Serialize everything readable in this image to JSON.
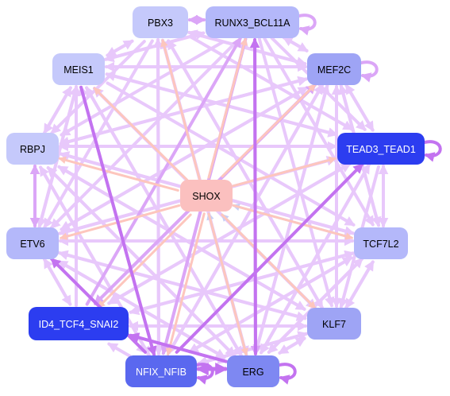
{
  "colors": {
    "edge_light": "#e8c8fb",
    "edge_mid": "#dba6f7",
    "edge_strong": "#c373f0",
    "edge_peach": "#fdc6bd",
    "edge_blue": "#c7cef5",
    "node_pale": "#c5c9fb",
    "node_light": "#b4b8fa",
    "node_mid": "#9ea4f5",
    "node_deep": "#5a68ef",
    "node_dark": "#2c3df0",
    "node_center": "#fbc0bf"
  },
  "nodes": [
    {
      "id": "PBX3",
      "label": "PBX3",
      "fill": "#c5c9fb",
      "text": "#000000"
    },
    {
      "id": "RUNX3_BCL11A",
      "label": "RUNX3_BCL11A",
      "fill": "#b4b8fa",
      "text": "#000000"
    },
    {
      "id": "MEIS1",
      "label": "MEIS1",
      "fill": "#c5c9fb",
      "text": "#000000"
    },
    {
      "id": "MEF2C",
      "label": "MEF2C",
      "fill": "#9ea4f5",
      "text": "#000000"
    },
    {
      "id": "RBPJ",
      "label": "RBPJ",
      "fill": "#c5c9fb",
      "text": "#000000"
    },
    {
      "id": "TEAD3_TEAD1",
      "label": "TEAD3_TEAD1",
      "fill": "#2c3df0",
      "text": "#ffffff"
    },
    {
      "id": "SHOX",
      "label": "SHOX",
      "fill": "#fbc0bf",
      "text": "#000000"
    },
    {
      "id": "ETV6",
      "label": "ETV6",
      "fill": "#b4b8fa",
      "text": "#000000"
    },
    {
      "id": "TCF7L2",
      "label": "TCF7L2",
      "fill": "#b4b8fa",
      "text": "#000000"
    },
    {
      "id": "ID4_TCF4_SNAI2",
      "label": "ID4_TCF4_SNAI2",
      "fill": "#2c3df0",
      "text": "#ffffff"
    },
    {
      "id": "KLF7",
      "label": "KLF7",
      "fill": "#9ea4f5",
      "text": "#000000"
    },
    {
      "id": "NFIX_NFIB",
      "label": "NFIX_NFIB",
      "fill": "#5a68ef",
      "text": "#ffffff"
    },
    {
      "id": "ERG",
      "label": "ERG",
      "fill": "#7e88f2",
      "text": "#000000"
    }
  ],
  "edges": [
    {
      "from": "SHOX",
      "to": "PBX3",
      "weight": 3,
      "color": "#fdc6bd"
    },
    {
      "from": "SHOX",
      "to": "RUNX3_BCL11A",
      "weight": 3,
      "color": "#fdc6bd"
    },
    {
      "from": "SHOX",
      "to": "MEIS1",
      "weight": 3,
      "color": "#fdc6bd"
    },
    {
      "from": "SHOX",
      "to": "MEF2C",
      "weight": 3,
      "color": "#fdc6bd"
    },
    {
      "from": "SHOX",
      "to": "RBPJ",
      "weight": 3,
      "color": "#fdc6bd"
    },
    {
      "from": "SHOX",
      "to": "TEAD3_TEAD1",
      "weight": 3,
      "color": "#fdc6bd"
    },
    {
      "from": "SHOX",
      "to": "ETV6",
      "weight": 3,
      "color": "#fdc6bd"
    },
    {
      "from": "SHOX",
      "to": "TCF7L2",
      "weight": 3,
      "color": "#fdc6bd"
    },
    {
      "from": "SHOX",
      "to": "ID4_TCF4_SNAI2",
      "weight": 3,
      "color": "#fdc6bd"
    },
    {
      "from": "SHOX",
      "to": "KLF7",
      "weight": 3,
      "color": "#fdc6bd"
    },
    {
      "from": "SHOX",
      "to": "NFIX_NFIB",
      "weight": 3,
      "color": "#fdc6bd"
    },
    {
      "from": "SHOX",
      "to": "ERG",
      "weight": 3,
      "color": "#fdc6bd"
    },
    {
      "from": "TCF7L2",
      "to": "SHOX",
      "weight": 3,
      "color": "#c7cef5"
    },
    {
      "from": "ERG",
      "to": "SHOX",
      "weight": 3,
      "color": "#c7cef5"
    },
    {
      "from": "KLF7",
      "to": "SHOX",
      "weight": 3,
      "color": "#c7cef5"
    },
    {
      "from": "PBX3",
      "to": "RUNX3_BCL11A",
      "weight": 4,
      "color": "#dba6f7"
    },
    {
      "from": "RUNX3_BCL11A",
      "to": "PBX3",
      "weight": 4,
      "color": "#dba6f7"
    },
    {
      "from": "PBX3",
      "to": "MEIS1",
      "weight": 4,
      "color": "#e8c8fb"
    },
    {
      "from": "MEIS1",
      "to": "PBX3",
      "weight": 4,
      "color": "#e8c8fb"
    },
    {
      "from": "RUNX3_BCL11A",
      "to": "MEF2C",
      "weight": 4,
      "color": "#e8c8fb"
    },
    {
      "from": "MEF2C",
      "to": "RUNX3_BCL11A",
      "weight": 4,
      "color": "#e8c8fb"
    },
    {
      "from": "MEIS1",
      "to": "RBPJ",
      "weight": 4,
      "color": "#e8c8fb"
    },
    {
      "from": "RBPJ",
      "to": "MEIS1",
      "weight": 4,
      "color": "#e8c8fb"
    },
    {
      "from": "MEF2C",
      "to": "TEAD3_TEAD1",
      "weight": 4,
      "color": "#e8c8fb"
    },
    {
      "from": "TEAD3_TEAD1",
      "to": "MEF2C",
      "weight": 4,
      "color": "#e8c8fb"
    },
    {
      "from": "RBPJ",
      "to": "ETV6",
      "weight": 4,
      "color": "#dba6f7"
    },
    {
      "from": "ETV6",
      "to": "RBPJ",
      "weight": 4,
      "color": "#dba6f7"
    },
    {
      "from": "TEAD3_TEAD1",
      "to": "TCF7L2",
      "weight": 4,
      "color": "#e8c8fb"
    },
    {
      "from": "TCF7L2",
      "to": "TEAD3_TEAD1",
      "weight": 4,
      "color": "#e8c8fb"
    },
    {
      "from": "ETV6",
      "to": "ID4_TCF4_SNAI2",
      "weight": 4,
      "color": "#e8c8fb"
    },
    {
      "from": "TCF7L2",
      "to": "KLF7",
      "weight": 4,
      "color": "#e8c8fb"
    },
    {
      "from": "KLF7",
      "to": "TCF7L2",
      "weight": 4,
      "color": "#e8c8fb"
    },
    {
      "from": "NFIX_NFIB",
      "to": "ERG",
      "weight": 5,
      "color": "#c373f0"
    },
    {
      "from": "ERG",
      "to": "NFIX_NFIB",
      "weight": 5,
      "color": "#c373f0"
    },
    {
      "from": "ERG",
      "to": "ID4_TCF4_SNAI2",
      "weight": 4,
      "color": "#c373f0"
    },
    {
      "from": "NFIX_NFIB",
      "to": "ETV6",
      "weight": 4,
      "color": "#c373f0"
    },
    {
      "from": "NFIX_NFIB",
      "to": "TEAD3_TEAD1",
      "weight": 4,
      "color": "#c373f0"
    },
    {
      "from": "ERG",
      "to": "RUNX3_BCL11A",
      "weight": 4,
      "color": "#c373f0"
    },
    {
      "from": "ID4_TCF4_SNAI2",
      "to": "MEF2C",
      "weight": 4,
      "color": "#dba6f7"
    },
    {
      "from": "ID4_TCF4_SNAI2",
      "to": "RUNX3_BCL11A",
      "weight": 4,
      "color": "#dba6f7"
    },
    {
      "from": "ID4_TCF4_SNAI2",
      "to": "TEAD3_TEAD1",
      "weight": 4,
      "color": "#e8c8fb"
    },
    {
      "from": "ID4_TCF4_SNAI2",
      "to": "MEIS1",
      "weight": 4,
      "color": "#e8c8fb"
    },
    {
      "from": "KLF7",
      "to": "ETV6",
      "weight": 4,
      "color": "#e8c8fb"
    },
    {
      "from": "KLF7",
      "to": "MEIS1",
      "weight": 4,
      "color": "#e8c8fb"
    },
    {
      "from": "KLF7",
      "to": "RBPJ",
      "weight": 4,
      "color": "#e8c8fb"
    },
    {
      "from": "KLF7",
      "to": "PBX3",
      "weight": 4,
      "color": "#e8c8fb"
    },
    {
      "from": "KLF7",
      "to": "NFIX_NFIB",
      "weight": 4,
      "color": "#e8c8fb"
    },
    {
      "from": "ERG",
      "to": "MEIS1",
      "weight": 4,
      "color": "#e8c8fb"
    },
    {
      "from": "ERG",
      "to": "PBX3",
      "weight": 4,
      "color": "#e8c8fb"
    },
    {
      "from": "ERG",
      "to": "MEF2C",
      "weight": 4,
      "color": "#e8c8fb"
    },
    {
      "from": "ERG",
      "to": "TEAD3_TEAD1",
      "weight": 4,
      "color": "#e8c8fb"
    },
    {
      "from": "ERG",
      "to": "RBPJ",
      "weight": 4,
      "color": "#e8c8fb"
    },
    {
      "from": "ERG",
      "to": "ETV6",
      "weight": 4,
      "color": "#e8c8fb"
    },
    {
      "from": "ERG",
      "to": "TCF7L2",
      "weight": 4,
      "color": "#e8c8fb"
    },
    {
      "from": "ERG",
      "to": "KLF7",
      "weight": 4,
      "color": "#e8c8fb"
    },
    {
      "from": "NFIX_NFIB",
      "to": "MEIS1",
      "weight": 4,
      "color": "#e8c8fb"
    },
    {
      "from": "NFIX_NFIB",
      "to": "RUNX3_BCL11A",
      "weight": 4,
      "color": "#e8c8fb"
    },
    {
      "from": "NFIX_NFIB",
      "to": "MEF2C",
      "weight": 4,
      "color": "#e8c8fb"
    },
    {
      "from": "NFIX_NFIB",
      "to": "PBX3",
      "weight": 4,
      "color": "#e8c8fb"
    },
    {
      "from": "NFIX_NFIB",
      "to": "RBPJ",
      "weight": 4,
      "color": "#e8c8fb"
    },
    {
      "from": "NFIX_NFIB",
      "to": "TCF7L2",
      "weight": 4,
      "color": "#e8c8fb"
    },
    {
      "from": "NFIX_NFIB",
      "to": "KLF7",
      "weight": 4,
      "color": "#e8c8fb"
    },
    {
      "from": "NFIX_NFIB",
      "to": "ID4_TCF4_SNAI2",
      "weight": 4,
      "color": "#e8c8fb"
    },
    {
      "from": "MEIS1",
      "to": "RUNX3_BCL11A",
      "weight": 4,
      "color": "#e8c8fb"
    },
    {
      "from": "MEIS1",
      "to": "MEF2C",
      "weight": 4,
      "color": "#e8c8fb"
    },
    {
      "from": "MEIS1",
      "to": "TEAD3_TEAD1",
      "weight": 4,
      "color": "#e8c8fb"
    },
    {
      "from": "MEIS1",
      "to": "TCF7L2",
      "weight": 4,
      "color": "#e8c8fb"
    },
    {
      "from": "MEIS1",
      "to": "KLF7",
      "weight": 4,
      "color": "#e8c8fb"
    },
    {
      "from": "MEIS1",
      "to": "ERG",
      "weight": 4,
      "color": "#e8c8fb"
    },
    {
      "from": "MEIS1",
      "to": "NFIX_NFIB",
      "weight": 4,
      "color": "#c373f0"
    },
    {
      "from": "MEIS1",
      "to": "ETV6",
      "weight": 4,
      "color": "#e8c8fb"
    },
    {
      "from": "MEF2C",
      "to": "MEIS1",
      "weight": 4,
      "color": "#e8c8fb"
    },
    {
      "from": "MEF2C",
      "to": "RBPJ",
      "weight": 4,
      "color": "#e8c8fb"
    },
    {
      "from": "MEF2C",
      "to": "ETV6",
      "weight": 4,
      "color": "#e8c8fb"
    },
    {
      "from": "MEF2C",
      "to": "TCF7L2",
      "weight": 4,
      "color": "#e8c8fb"
    },
    {
      "from": "MEF2C",
      "to": "KLF7",
      "weight": 4,
      "color": "#e8c8fb"
    },
    {
      "from": "MEF2C",
      "to": "ERG",
      "weight": 4,
      "color": "#e8c8fb"
    },
    {
      "from": "MEF2C",
      "to": "NFIX_NFIB",
      "weight": 4,
      "color": "#e8c8fb"
    },
    {
      "from": "MEF2C",
      "to": "ID4_TCF4_SNAI2",
      "weight": 4,
      "color": "#dba6f7"
    },
    {
      "from": "MEF2C",
      "to": "PBX3",
      "weight": 4,
      "color": "#e8c8fb"
    },
    {
      "from": "RUNX3_BCL11A",
      "to": "MEIS1",
      "weight": 4,
      "color": "#e8c8fb"
    },
    {
      "from": "RUNX3_BCL11A",
      "to": "TEAD3_TEAD1",
      "weight": 4,
      "color": "#e8c8fb"
    },
    {
      "from": "RUNX3_BCL11A",
      "to": "RBPJ",
      "weight": 4,
      "color": "#e8c8fb"
    },
    {
      "from": "RUNX3_BCL11A",
      "to": "TCF7L2",
      "weight": 4,
      "color": "#e8c8fb"
    },
    {
      "from": "RUNX3_BCL11A",
      "to": "KLF7",
      "weight": 4,
      "color": "#e8c8fb"
    },
    {
      "from": "RUNX3_BCL11A",
      "to": "ETV6",
      "weight": 4,
      "color": "#e8c8fb"
    },
    {
      "from": "RUNX3_BCL11A",
      "to": "ERG",
      "weight": 4,
      "color": "#dba6f7"
    },
    {
      "from": "RUNX3_BCL11A",
      "to": "NFIX_NFIB",
      "weight": 4,
      "color": "#dba6f7"
    },
    {
      "from": "PBX3",
      "to": "MEF2C",
      "weight": 4,
      "color": "#e8c8fb"
    },
    {
      "from": "PBX3",
      "to": "TEAD3_TEAD1",
      "weight": 4,
      "color": "#e8c8fb"
    },
    {
      "from": "PBX3",
      "to": "RBPJ",
      "weight": 4,
      "color": "#e8c8fb"
    },
    {
      "from": "PBX3",
      "to": "KLF7",
      "weight": 4,
      "color": "#e8c8fb"
    },
    {
      "from": "PBX3",
      "to": "ERG",
      "weight": 4,
      "color": "#e8c8fb"
    },
    {
      "from": "PBX3",
      "to": "NFIX_NFIB",
      "weight": 4,
      "color": "#e8c8fb"
    },
    {
      "from": "PBX3",
      "to": "ETV6",
      "weight": 4,
      "color": "#e8c8fb"
    },
    {
      "from": "RBPJ",
      "to": "TEAD3_TEAD1",
      "weight": 4,
      "color": "#e8c8fb"
    },
    {
      "from": "RBPJ",
      "to": "TCF7L2",
      "weight": 4,
      "color": "#e8c8fb"
    },
    {
      "from": "RBPJ",
      "to": "KLF7",
      "weight": 4,
      "color": "#e8c8fb"
    },
    {
      "from": "RBPJ",
      "to": "ERG",
      "weight": 4,
      "color": "#e8c8fb"
    },
    {
      "from": "RBPJ",
      "to": "NFIX_NFIB",
      "weight": 4,
      "color": "#e8c8fb"
    },
    {
      "from": "RBPJ",
      "to": "MEF2C",
      "weight": 4,
      "color": "#e8c8fb"
    },
    {
      "from": "ETV6",
      "to": "TEAD3_TEAD1",
      "weight": 4,
      "color": "#e8c8fb"
    },
    {
      "from": "ETV6",
      "to": "TCF7L2",
      "weight": 4,
      "color": "#e8c8fb"
    },
    {
      "from": "ETV6",
      "to": "KLF7",
      "weight": 4,
      "color": "#e8c8fb"
    },
    {
      "from": "ETV6",
      "to": "ERG",
      "weight": 4,
      "color": "#e8c8fb"
    },
    {
      "from": "ETV6",
      "to": "NFIX_NFIB",
      "weight": 4,
      "color": "#e8c8fb"
    },
    {
      "from": "ETV6",
      "to": "MEF2C",
      "weight": 4,
      "color": "#e8c8fb"
    },
    {
      "from": "ETV6",
      "to": "MEIS1",
      "weight": 4,
      "color": "#e8c8fb"
    },
    {
      "from": "TEAD3_TEAD1",
      "to": "ETV6",
      "weight": 4,
      "color": "#e8c8fb"
    },
    {
      "from": "TEAD3_TEAD1",
      "to": "KLF7",
      "weight": 4,
      "color": "#e8c8fb"
    },
    {
      "from": "TEAD3_TEAD1",
      "to": "ERG",
      "weight": 4,
      "color": "#e8c8fb"
    },
    {
      "from": "TEAD3_TEAD1",
      "to": "RBPJ",
      "weight": 4,
      "color": "#e8c8fb"
    },
    {
      "from": "TEAD3_TEAD1",
      "to": "MEIS1",
      "weight": 4,
      "color": "#e8c8fb"
    },
    {
      "from": "TEAD3_TEAD1",
      "to": "ID4_TCF4_SNAI2",
      "weight": 4,
      "color": "#e8c8fb"
    },
    {
      "from": "TCF7L2",
      "to": "ETV6",
      "weight": 4,
      "color": "#e8c8fb"
    },
    {
      "from": "TCF7L2",
      "to": "ERG",
      "weight": 4,
      "color": "#e8c8fb"
    },
    {
      "from": "TCF7L2",
      "to": "RBPJ",
      "weight": 4,
      "color": "#e8c8fb"
    },
    {
      "from": "TCF7L2",
      "to": "ID4_TCF4_SNAI2",
      "weight": 4,
      "color": "#e8c8fb"
    },
    {
      "from": "TCF7L2",
      "to": "NFIX_NFIB",
      "weight": 4,
      "color": "#e8c8fb"
    },
    {
      "from": "TCF7L2",
      "to": "MEF2C",
      "weight": 4,
      "color": "#e8c8fb"
    },
    {
      "from": "KLF7",
      "to": "ERG",
      "weight": 4,
      "color": "#e8c8fb"
    },
    {
      "from": "KLF7",
      "to": "ID4_TCF4_SNAI2",
      "weight": 4,
      "color": "#e8c8fb"
    },
    {
      "from": "KLF7",
      "to": "MEF2C",
      "weight": 4,
      "color": "#e8c8fb"
    },
    {
      "from": "ID4_TCF4_SNAI2",
      "to": "ETV6",
      "weight": 4,
      "color": "#e8c8fb"
    },
    {
      "from": "ID4_TCF4_SNAI2",
      "to": "KLF7",
      "weight": 4,
      "color": "#e8c8fb"
    },
    {
      "from": "ID4_TCF4_SNAI2",
      "to": "TCF7L2",
      "weight": 4,
      "color": "#e8c8fb"
    },
    {
      "from": "ID4_TCF4_SNAI2",
      "to": "ERG",
      "weight": 4,
      "color": "#e8c8fb"
    }
  ],
  "self_loops": [
    {
      "node": "RUNX3_BCL11A",
      "color": "#dba6f7"
    },
    {
      "node": "MEF2C",
      "color": "#dba6f7"
    },
    {
      "node": "TEAD3_TEAD1",
      "color": "#c373f0"
    },
    {
      "node": "ERG",
      "color": "#c373f0"
    },
    {
      "node": "NFIX_NFIB",
      "color": "#c373f0"
    }
  ]
}
